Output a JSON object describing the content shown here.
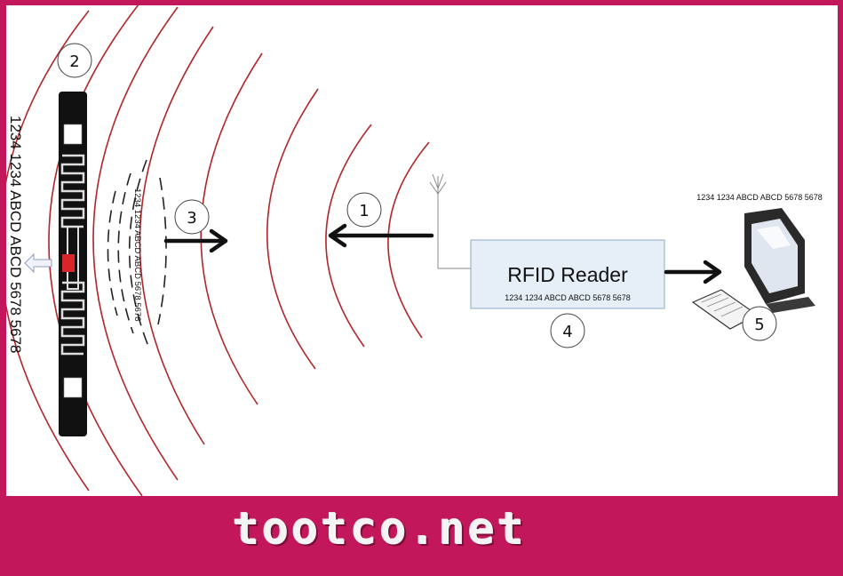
{
  "diagram": {
    "reader_label": "RFID Reader",
    "reader_data": "1234 1234 ABCD ABCD 5678 5678",
    "computer_data": "1234 1234 ABCD ABCD 5678 5678",
    "tag_data": "1234 1234 ABCD ABCD 5678 5678",
    "tag_small_data": "1234 1234 ABCD ABCD 5678 5678",
    "steps": [
      "1",
      "2",
      "3",
      "4",
      "5"
    ]
  },
  "colors": {
    "frame": "#c2185b",
    "wave": "#b3262b",
    "reader_fill": "#e6eef8",
    "reader_border": "#8fa9c7"
  },
  "footer": {
    "brand": "tootco.net"
  }
}
